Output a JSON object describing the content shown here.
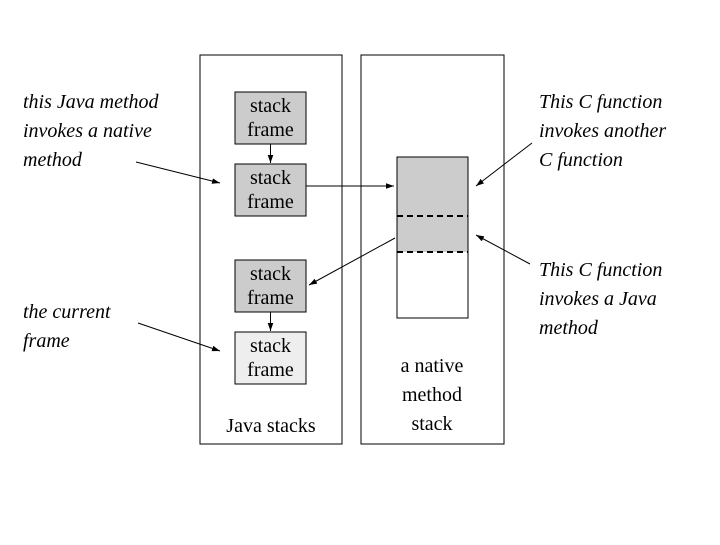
{
  "colors": {
    "frame_fill": "#cccccc",
    "current_frame_fill": "#eeeeee",
    "stroke": "#000000"
  },
  "java_stacks": {
    "label": "Java stacks",
    "frames": [
      {
        "line1": "stack",
        "line2": "frame"
      },
      {
        "line1": "stack",
        "line2": "frame"
      },
      {
        "line1": "stack",
        "line2": "frame"
      },
      {
        "line1": "stack",
        "line2": "frame"
      }
    ]
  },
  "native_stack": {
    "label_lines": [
      "a native",
      "method",
      "stack"
    ]
  },
  "annotations": {
    "java_invokes_native": [
      "this Java method",
      "invokes a native",
      "method"
    ],
    "current_frame": [
      "the current",
      "frame"
    ],
    "c_invokes_c": [
      "This C function",
      "invokes another",
      "C function"
    ],
    "c_invokes_java": [
      "This C function",
      "invokes a Java",
      "method"
    ]
  }
}
